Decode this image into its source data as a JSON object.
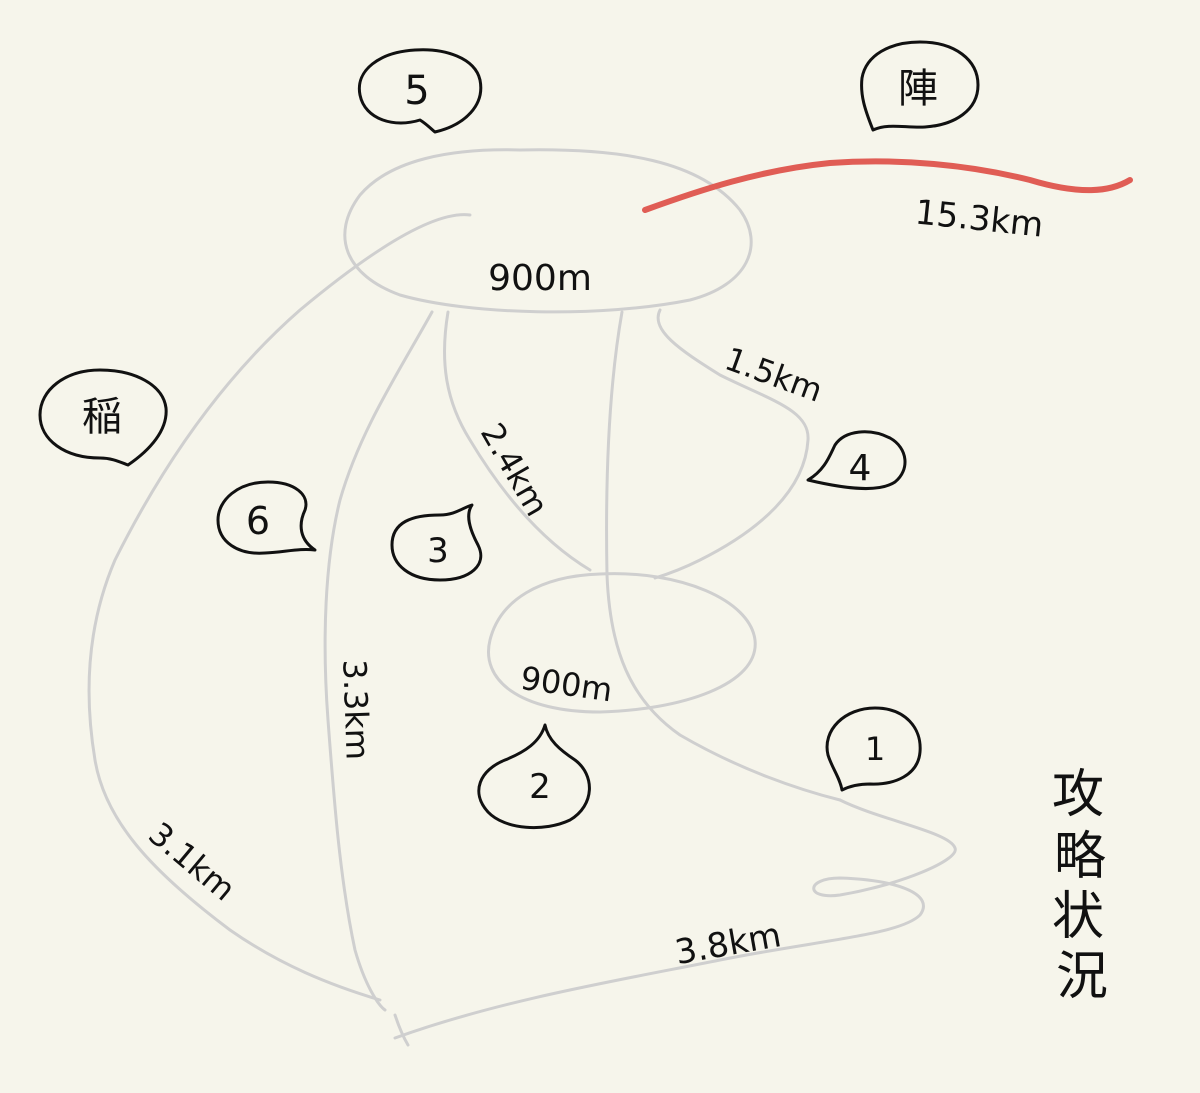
{
  "title": "攻略状況",
  "markers": {
    "m1": "1",
    "m2": "2",
    "m3": "3",
    "m4": "4",
    "m5": "5",
    "m6": "6",
    "ine": "稲",
    "jin": "陣"
  },
  "distances": {
    "top_loop": "900m",
    "bottom_loop": "900m",
    "to_4": "1.5km",
    "mid_left": "2.4km",
    "left_inner": "3.3km",
    "left_outer": "3.1km",
    "bottom": "3.8km",
    "front": "15.3km"
  },
  "colors": {
    "background": "#f6f5eb",
    "route": "#cfcfcf",
    "front_line": "#e05d55",
    "ink": "#111111"
  }
}
